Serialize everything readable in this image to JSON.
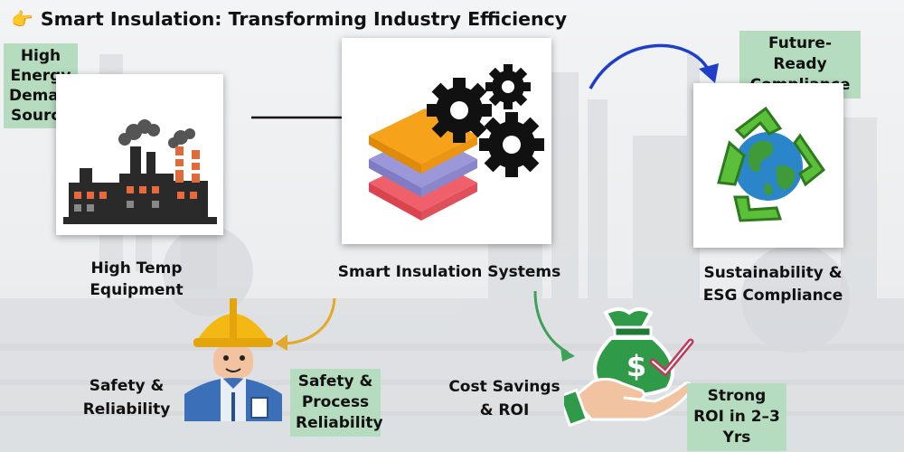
{
  "header": {
    "emoji": "👉",
    "title": "Smart Insulation: Transforming Industry Efficiency"
  },
  "tags": {
    "energy": "High Energy Demand Source",
    "future": "Future-Ready Compliance",
    "safety": "Safety & Process Reliability",
    "roi": "Strong ROI in 2–3 Yrs"
  },
  "labels": {
    "high_temp": "High Temp Equipment",
    "smart": "Smart Insulation Systems",
    "sustain": "Sustainability & ESG Compliance",
    "safety": "Safety & Reliability",
    "cost": "Cost Savings & ROI"
  },
  "icons": {
    "factory": "factory-icon",
    "layers": "insulation-layers-icon",
    "gears": "gears-icon",
    "recycle": "recycle-globe-icon",
    "worker": "worker-helmet-icon",
    "money": "money-bag-hand-icon",
    "pointer": "pointing-hand-icon"
  },
  "colors": {
    "tag_bg": "#b6dcc0",
    "layer_top": "#f7a21b",
    "layer_mid": "#9b97d8",
    "layer_bottom": "#f0606a",
    "arrow_blue": "#1f3fc9",
    "arrow_yellow": "#e4a82a",
    "arrow_green": "#3da15a",
    "helmet": "#f4b814",
    "money_green": "#2f9a47"
  }
}
